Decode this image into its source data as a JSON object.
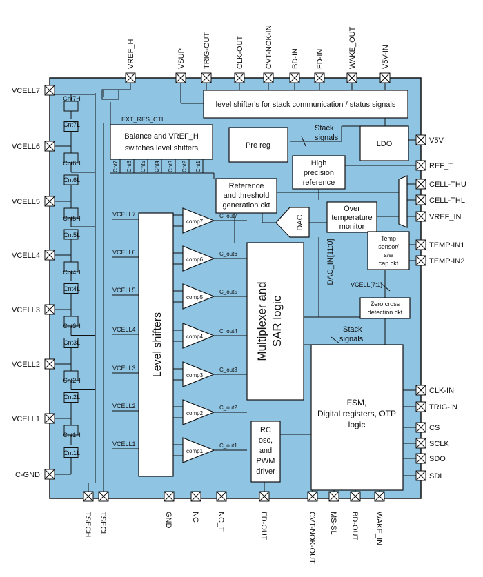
{
  "pins": {
    "left": [
      "VCELL7",
      "VCELL6",
      "VCELL5",
      "VCELL4",
      "VCELL3",
      "VCELL2",
      "VCELL1",
      "C-GND"
    ],
    "right": [
      "V5V",
      "REF_T",
      "CELL-THU",
      "CELL-THL",
      "VREF_IN",
      "TEMP-IN1",
      "TEMP-IN2",
      "CLK-IN",
      "TRIG-IN",
      "CS",
      "SCLK",
      "SDO",
      "SDI"
    ],
    "top": [
      "VREF_H",
      "VSUP",
      "TRIG-OUT",
      "CLK-OUT",
      "CVT-NOK-IN",
      "BD-IN",
      "FD-IN",
      "WAKE_OUT",
      "V5V-IN"
    ],
    "bottom": [
      "TSECH",
      "TSECL",
      "GND",
      "NC",
      "NC_T",
      "FD-OUT",
      "CVT-NOK-OUT",
      "MS-SL",
      "BD-OUT",
      "WAKE_IN"
    ]
  },
  "switches": [
    "Cnt7H",
    "Cnt7L",
    "Cnt6H",
    "Cnt6L",
    "Cnt5H",
    "Cnt5L",
    "Cnt4H",
    "Cnt4L",
    "Cnt3H",
    "Cnt3L",
    "Cnt2H",
    "Cnt2L",
    "Cnt1H",
    "Cnt1L"
  ],
  "blocks": {
    "level_shifters_stack": "level shifter's for stack communication / status signals",
    "ext_res_ctl": "EXT_RES_CTL",
    "balance_line1": "Balance and VREF_H",
    "balance_line2": "switches level shifters",
    "balance_cnt": [
      "Cnt7",
      "Cnt6",
      "Cnt5",
      "Cnt4",
      "Cnt3",
      "Cnt2",
      "Cnt1"
    ],
    "pre_reg": "Pre reg",
    "stack_signals_top_1": "Stack",
    "stack_signals_top_2": "signals",
    "ldo": "LDO",
    "hp_ref_1": "High",
    "hp_ref_2": "precision",
    "hp_ref_3": "reference",
    "ref_thr_1": "Reference",
    "ref_thr_2": "and threshold",
    "ref_thr_3": "generation ckt",
    "over_temp_1": "Over",
    "over_temp_2": "temperature",
    "over_temp_3": "monitor",
    "dac": "DAC",
    "temp_sensor_1": "Temp",
    "temp_sensor_2": "sensor/",
    "temp_sensor_3": "s/w",
    "temp_sensor_4": "cap ckt",
    "level_shifters": "Level shifters",
    "mux_1": "Multiplexer and",
    "mux_2": "SAR logic",
    "dac_in": "DAC_IN[11:0]",
    "vcell_bus": "VCELL[7:1]",
    "zero_cross_1": "Zero cross",
    "zero_cross_2": "detection ckt",
    "stack_signals_mid_1": "Stack",
    "stack_signals_mid_2": "signals",
    "fsm_1": "FSM,",
    "fsm_2": "Digital registers,  OTP",
    "fsm_3": "logic",
    "rc_1": "RC",
    "rc_2": "osc,",
    "rc_3": "and",
    "rc_4": "PWM",
    "rc_5": "driver"
  },
  "vcell_inputs": [
    "VCELL7",
    "VCELL6",
    "VCELL5",
    "VCELL4",
    "VCELL3",
    "VCELL2",
    "VCELL1"
  ],
  "comparators": [
    "comp7",
    "comp6",
    "comp5",
    "comp4",
    "comp3",
    "comp2",
    "comp1"
  ],
  "comp_outputs": [
    "C_out7",
    "C_out6",
    "C_out5",
    "C_out4",
    "C_out3",
    "C_out2",
    "C_out1"
  ]
}
